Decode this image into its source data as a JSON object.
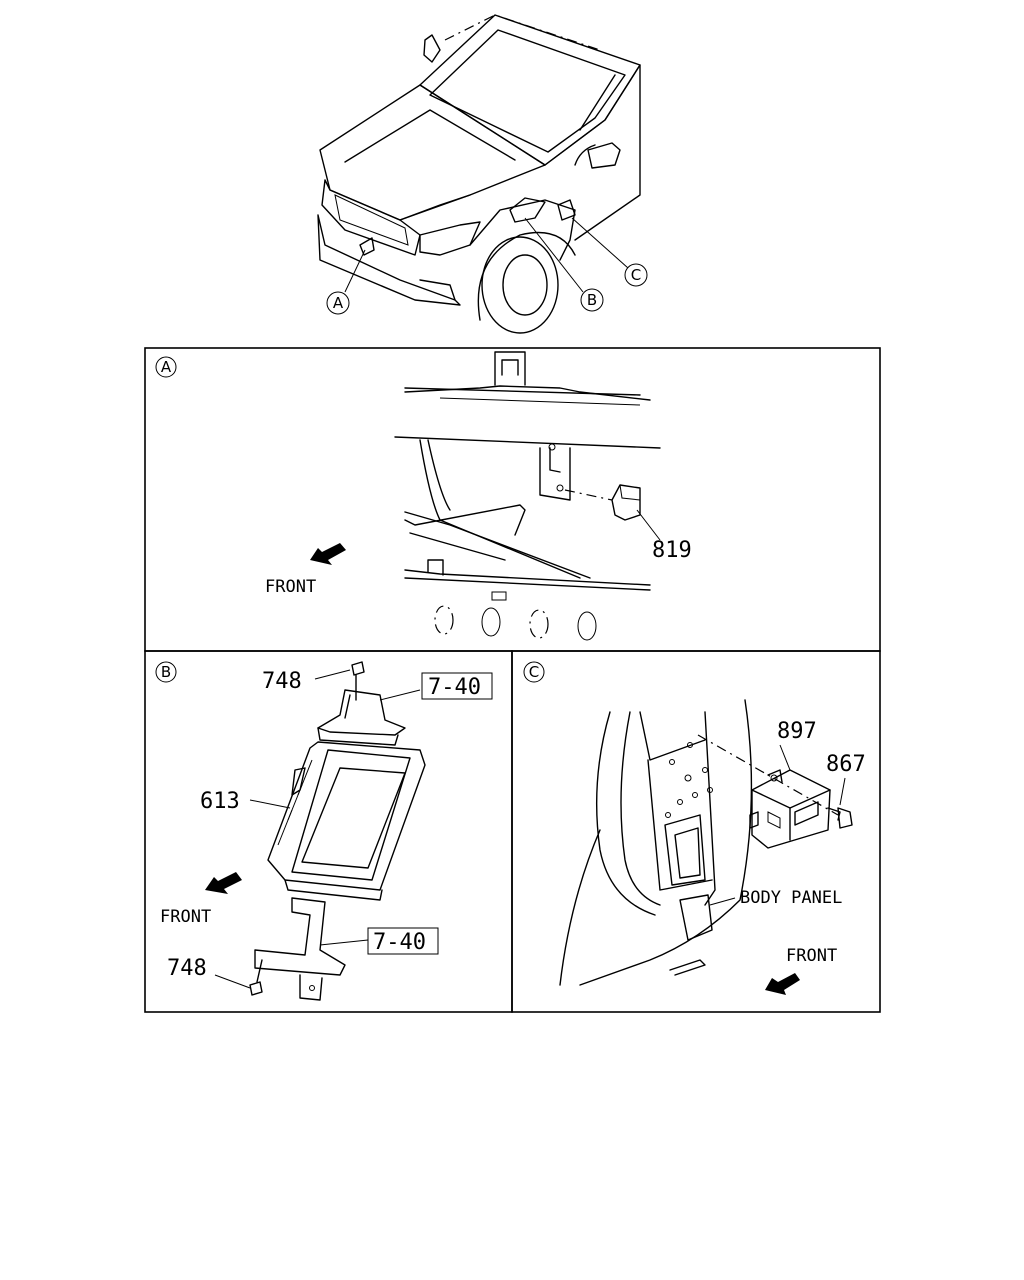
{
  "overview": {
    "callout_a": "A",
    "callout_b": "B",
    "callout_c": "C"
  },
  "panel_a": {
    "letter": "A",
    "part_819": "819",
    "front_label": "FRONT"
  },
  "panel_b": {
    "letter": "B",
    "part_748_top": "748",
    "ref_740_top": "7-40",
    "part_613": "613",
    "front_label": "FRONT",
    "ref_740_bottom": "7-40",
    "part_748_bottom": "748"
  },
  "panel_c": {
    "letter": "C",
    "part_897": "897",
    "part_867": "867",
    "body_panel_label": "BODY PANEL",
    "front_label": "FRONT"
  }
}
